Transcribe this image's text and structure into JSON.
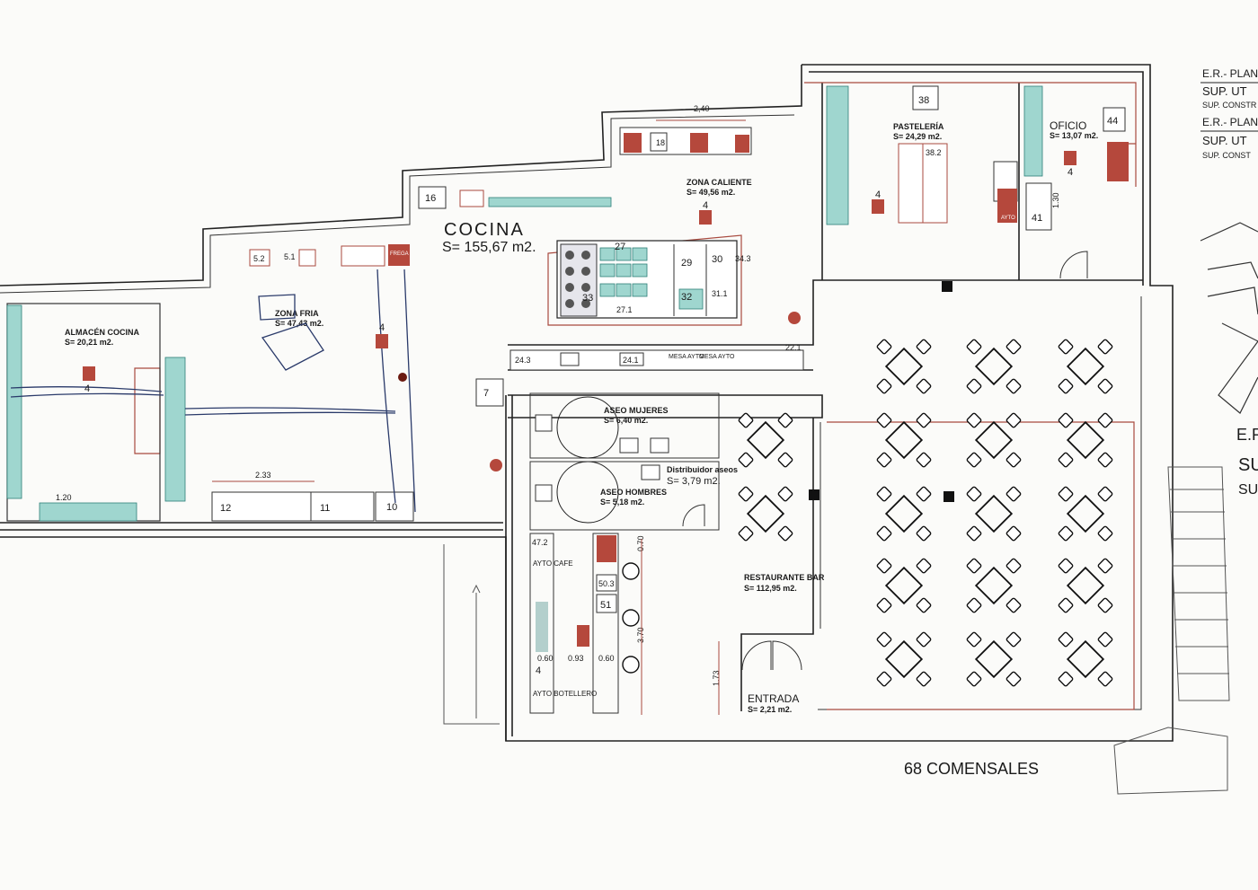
{
  "rooms": {
    "cocina_title": "COCINA",
    "cocina_area": "S= 155,67 m2.",
    "zona_caliente_name": "ZONA CALIENTE",
    "zona_caliente_area": "S= 49,56 m2.",
    "almacen_name": "ALMACÉN COCINA",
    "almacen_area": "S= 20,21 m2.",
    "zona_fria_name": "ZONA FRIA",
    "zona_fria_area": "S= 47,43 m2.",
    "pasteleria_name": "PASTELERÍA",
    "pasteleria_area": "S= 24,29 m2.",
    "oficio_name": "OFICIO",
    "oficio_area": "S= 13,07 m2.",
    "aseo_mujeres_name": "ASEO MUJERES",
    "aseo_mujeres_area": "S= 6,40 m2.",
    "aseo_hombres_name": "ASEO HOMBRES",
    "aseo_hombres_area": "S= 5,18 m2.",
    "distribuidor_name": "Distribuidor aseos",
    "distribuidor_area": "S= 3,79 m2.",
    "restaurante_name": "RESTAURANTE BAR",
    "restaurante_area": "S= 112,95 m2.",
    "entrada_name": "ENTRADA",
    "entrada_area": "S= 2,21 m2."
  },
  "comensales": "68 COMENSALES",
  "equipment_numbers": {
    "n38": "38",
    "n38_2": "38.2",
    "n44": "44",
    "n41": "41",
    "n16": "16",
    "n52": "5.2",
    "n51": "5.1",
    "n27": "27",
    "n29": "29",
    "n30": "30",
    "n343": "34.3",
    "n311": "31.1",
    "n32": "32",
    "n33": "33",
    "n271": "27.1",
    "n243": "24.3",
    "n241": "24.1",
    "n221": "22.1",
    "n7": "7",
    "n12": "12",
    "n11": "11",
    "n10": "10",
    "n472": "47.2",
    "n503": "50.3",
    "n51b": "51",
    "n4_a": "4",
    "n4_b": "4",
    "n4_c": "4",
    "n4_d": "4",
    "n4_e": "4",
    "n4_f": "4"
  },
  "labels": {
    "mesa_ayto_1": "MESA AYTO",
    "mesa_ayto_2": "MESA AYTO",
    "ayto": "AYTO",
    "ayto_cafe": "AYTO CAFE",
    "ayto_botellero": "AYTO BOTELLERO",
    "frega": "FREGA"
  },
  "dimensions": {
    "d240": "2,40",
    "d233": "2.33",
    "d120": "1.20",
    "d060a": "0.60",
    "d093": "0.93",
    "d060b": "0.60",
    "d370": "3.70",
    "d173": "1.73",
    "d070": "0.70",
    "d130": "1.30"
  },
  "legend": {
    "plan1": "E.R.- PLAN",
    "sup_ut1": "SUP. UT",
    "sup_const1": "SUP. CONSTR",
    "plan2": "E.R.- PLAN",
    "sup_ut2": "SUP. UT",
    "sup_const2": "SUP. CONST",
    "er3": "E.R",
    "su3": "SU",
    "su4": "SU"
  }
}
